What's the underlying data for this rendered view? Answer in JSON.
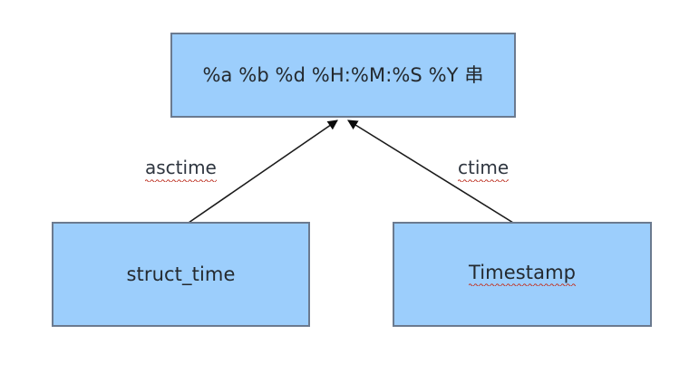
{
  "diagram": {
    "title": "time conversion diagram",
    "background_color": "#FFFFFF",
    "node_fill_color": "#9CCEFC",
    "node_border_color": "#6B7A8F",
    "edge_color": "#1A1A1A",
    "text_color": "#24292E",
    "spellcheck_underline_color": "#C0392B",
    "nodes": [
      {
        "id": "format-string",
        "label": "%a %b %d %H:%M:%S %Y 串",
        "misspelled": false
      },
      {
        "id": "struct-time",
        "label": "struct_time",
        "misspelled": false
      },
      {
        "id": "timestamp",
        "label": "Timestamp",
        "misspelled": true
      }
    ],
    "edges": [
      {
        "id": "asctime-edge",
        "label": "asctime",
        "from": "struct-time",
        "to": "format-string",
        "arrowhead": "to",
        "misspelled": true
      },
      {
        "id": "ctime-edge",
        "label": "ctime",
        "from": "timestamp",
        "to": "format-string",
        "arrowhead": "to",
        "misspelled": true
      }
    ]
  }
}
